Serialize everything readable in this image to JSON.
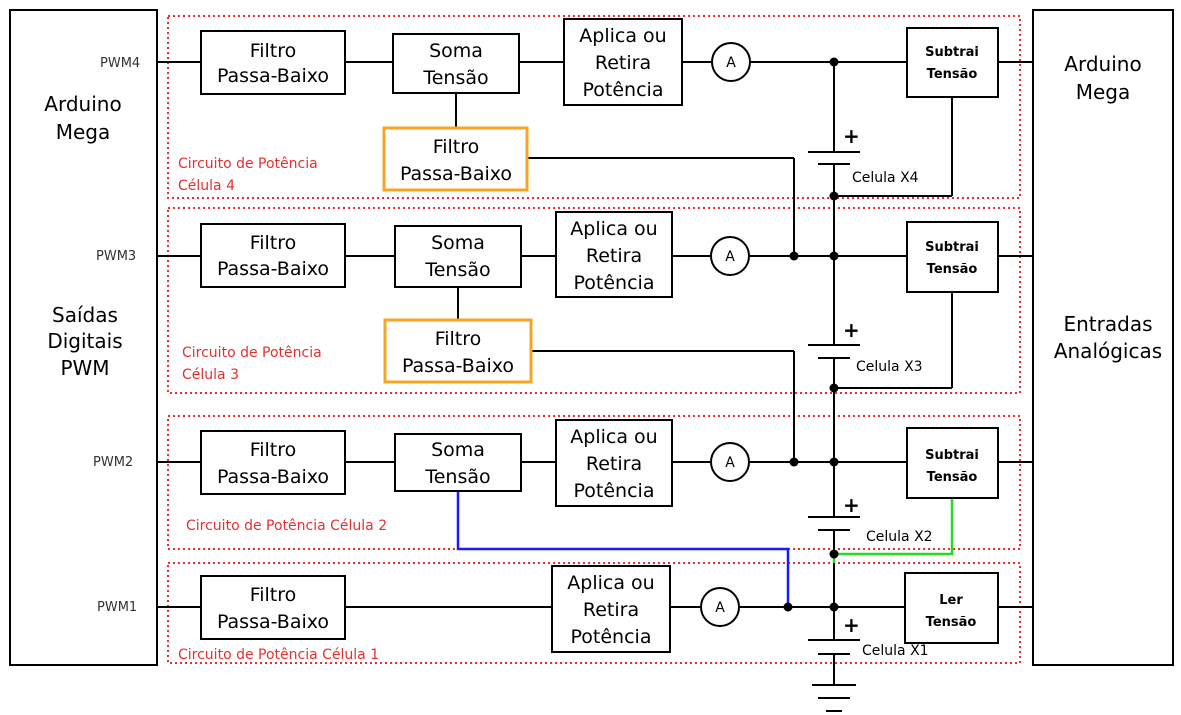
{
  "left_box": {
    "title_l1": "Arduino",
    "title_l2": "Mega",
    "sub_l1": "Saídas",
    "sub_l2": "Digitais",
    "sub_l3": "PWM"
  },
  "right_box": {
    "title_l1": "Arduino",
    "title_l2": "Mega",
    "sub_l1": "Entradas",
    "sub_l2": "Analógicas"
  },
  "blocks": {
    "filtro_l1": "Filtro",
    "filtro_l2": "Passa-Baixo",
    "soma_l1": "Soma",
    "soma_l2": "Tensão",
    "aplica_l1": "Aplica ou",
    "aplica_l2": "Retira",
    "aplica_l3": "Potência",
    "subtrai_l1": "Subtrai",
    "subtrai_l2": "Tensão",
    "ler_l1": "Ler",
    "ler_l2": "Tensão",
    "ammeter": "A",
    "plus": "+"
  },
  "pwm": [
    "PWM4",
    "PWM3",
    "PWM2",
    "PWM1"
  ],
  "cells": [
    "Celula X4",
    "Celula X3",
    "Celula X2",
    "Celula X1"
  ],
  "groups": {
    "g4_l1": "Circuito de Potência",
    "g4_l2": "Célula 4",
    "g3_l1": "Circuito de Potência",
    "g3_l2": "Célula 3",
    "g2": "Circuito de Potência Célula 2",
    "g1": "Circuito de Potência Célula 1"
  },
  "colors": {
    "group_border": "#e53030",
    "highlight_block": "#f5a623",
    "blue_wire": "#1a1aff",
    "green_wire": "#22dd22"
  }
}
